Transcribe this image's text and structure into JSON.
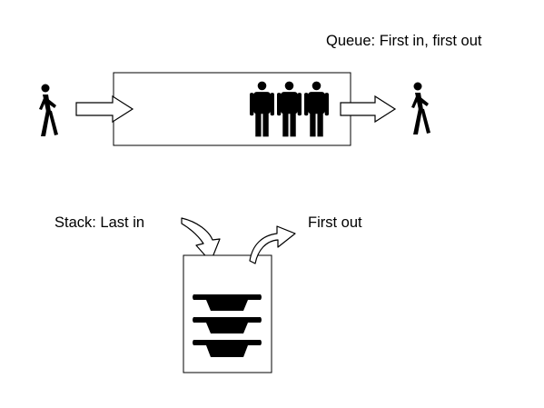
{
  "queue": {
    "caption": "Queue: First in, first out",
    "icons": [
      "person-walking-icon",
      "arrow-right-icon",
      "people-group-icon",
      "arrow-right-icon",
      "person-walking-icon"
    ]
  },
  "stack": {
    "last_in_caption": "Stack: Last in",
    "first_out_caption": "First out",
    "icons": [
      "curved-arrow-down-icon",
      "curved-arrow-up-icon",
      "stacked-bowls-icon"
    ]
  },
  "colors": {
    "ink": "#000000",
    "background": "#ffffff"
  }
}
